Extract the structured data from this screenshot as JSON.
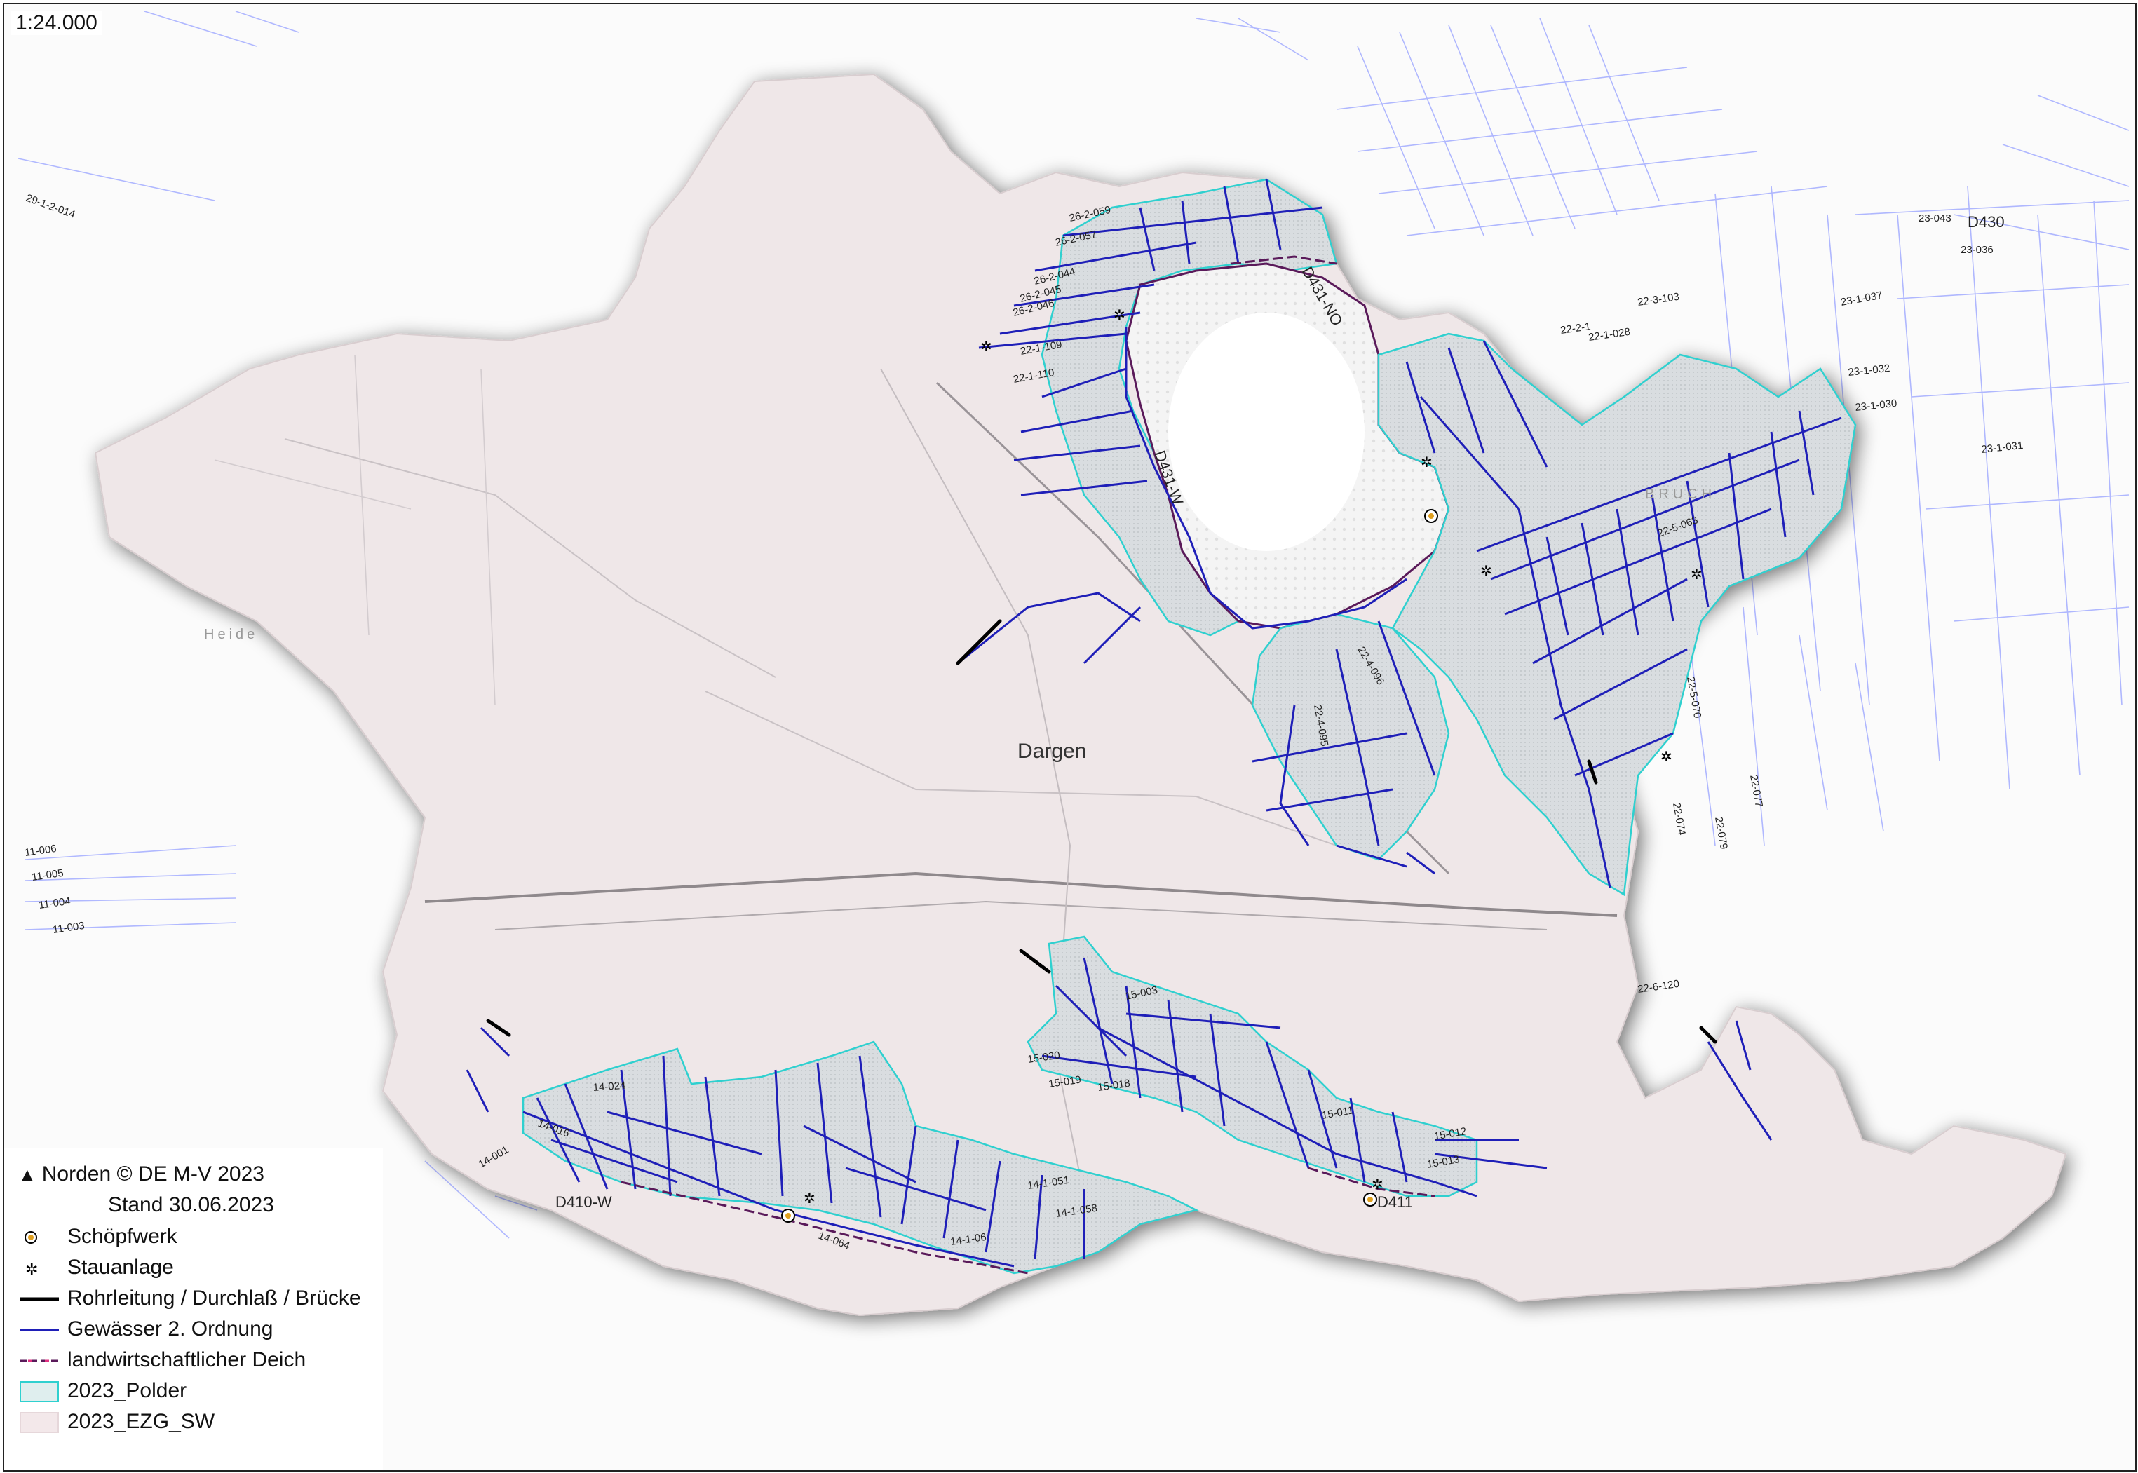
{
  "map": {
    "scale": "1:24.000",
    "place_name": "Dargen",
    "colors": {
      "catchment_fill": "#efe7e8",
      "polder_fill": "#d7dcdf",
      "polder_edge": "#2fd0cf",
      "water_line": "#1f1fb8",
      "pipe_line": "#000000",
      "dike_line": "#5a1a5a",
      "context_line": "#9aa3ff",
      "lake": "#ffffff"
    },
    "labels": [
      {
        "text": "D430"
      },
      {
        "text": "D431-NO"
      },
      {
        "text": "D431-W"
      },
      {
        "text": "D410-W"
      },
      {
        "text": "D411"
      },
      {
        "text": "26-2-059"
      },
      {
        "text": "26-2-057"
      },
      {
        "text": "26-2-044"
      },
      {
        "text": "26-2-045"
      },
      {
        "text": "26-2-046"
      },
      {
        "text": "22-1-109"
      },
      {
        "text": "22-1-110"
      },
      {
        "text": "22-4-095"
      },
      {
        "text": "22-4-096"
      },
      {
        "text": "22-5-070"
      },
      {
        "text": "22-5-063"
      },
      {
        "text": "15-003"
      },
      {
        "text": "15-020"
      },
      {
        "text": "15-019"
      },
      {
        "text": "15-018"
      },
      {
        "text": "15-011"
      },
      {
        "text": "15-012"
      },
      {
        "text": "15-013"
      },
      {
        "text": "14-024"
      },
      {
        "text": "14-016"
      },
      {
        "text": "14-001"
      },
      {
        "text": "14-1-051"
      },
      {
        "text": "14-1-058"
      },
      {
        "text": "14-1-06"
      },
      {
        "text": "14-064"
      },
      {
        "text": "23-1-037"
      },
      {
        "text": "23-1-032"
      },
      {
        "text": "23-1-030"
      },
      {
        "text": "23-1-031"
      },
      {
        "text": "23-043"
      },
      {
        "text": "23-036"
      },
      {
        "text": "22-1-028"
      },
      {
        "text": "22-3-103"
      },
      {
        "text": "22-2-1"
      },
      {
        "text": "22-6-120"
      },
      {
        "text": "22-077"
      },
      {
        "text": "22-074"
      },
      {
        "text": "22-079"
      },
      {
        "text": "11-006"
      },
      {
        "text": "11-005"
      },
      {
        "text": "11-004"
      },
      {
        "text": "11-003"
      },
      {
        "text": "29-1-2-014"
      },
      {
        "text": "BRUCH"
      },
      {
        "text": "Heide"
      }
    ]
  },
  "legend": {
    "north": "Norden © DE M-V 2023",
    "date": "Stand 30.06.2023",
    "items": [
      {
        "label": "Schöpfwerk",
        "symbol": "pump-station-icon"
      },
      {
        "label": "Stauanlage",
        "symbol": "weir-icon"
      },
      {
        "label": "Rohrleitung / Durchlaß / Brücke",
        "symbol": "pipe-line"
      },
      {
        "label": "Gewässer 2. Ordnung",
        "symbol": "water-line"
      },
      {
        "label": "landwirtschaftlicher Deich",
        "symbol": "dike-line"
      },
      {
        "label": "2023_Polder",
        "symbol": "polder-swatch"
      },
      {
        "label": "2023_EZG_SW",
        "symbol": "ezg-swatch"
      }
    ]
  }
}
